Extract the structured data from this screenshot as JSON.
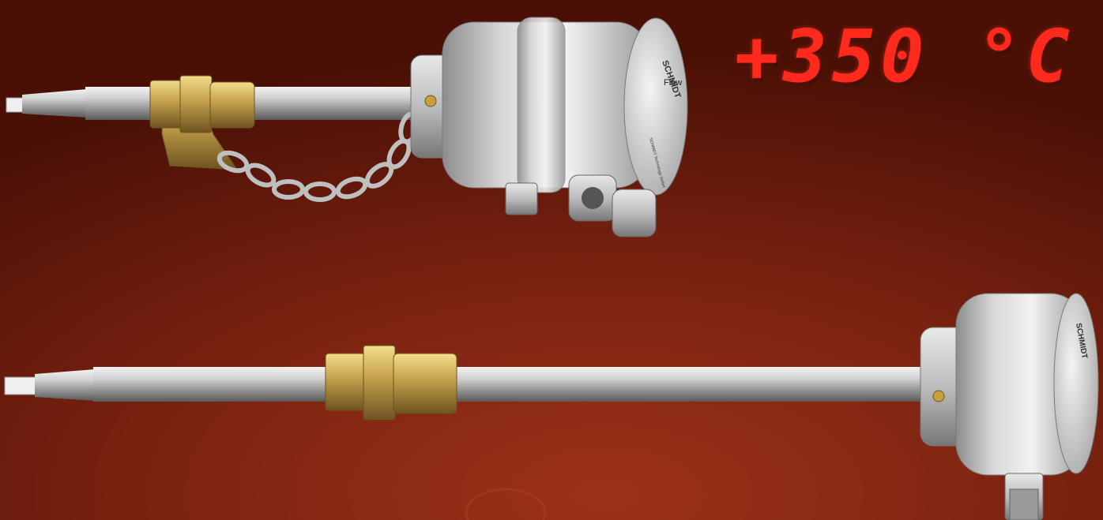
{
  "temperature_readout": "+350 °C",
  "sensors": [
    {
      "brand": "SCHMIDT",
      "flow_label": "Flow",
      "plate_text": "SCHMIDT Technology GmbH",
      "variant": "housing-with-chain"
    },
    {
      "brand": "SCHMIDT",
      "flow_label": "",
      "plate_text": "",
      "variant": "compact-head"
    }
  ],
  "colors": {
    "background": "#8a2410",
    "readout": "#ff2a1c",
    "steel": "#c9c9c9",
    "brass": "#b89a4a"
  }
}
